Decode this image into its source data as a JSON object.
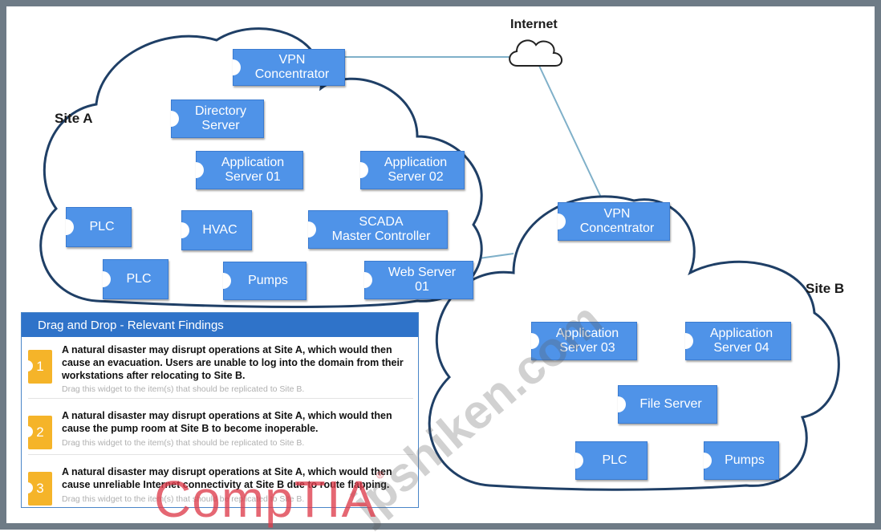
{
  "internet": {
    "label": "Internet",
    "icon": "cloud-icon"
  },
  "site_a": {
    "label": "Site A",
    "nodes": {
      "vpn": "VPN\nConcentrator",
      "directory": "Directory\nServer",
      "app01": "Application\nServer 01",
      "app02": "Application\nServer 02",
      "plc1": "PLC",
      "hvac": "HVAC",
      "scada": "SCADA\nMaster Controller",
      "plc2": "PLC",
      "pumps": "Pumps",
      "web01": "Web Server\n01"
    }
  },
  "site_b": {
    "label": "Site B",
    "nodes": {
      "vpn": "VPN\nConcentrator",
      "app03": "Application\nServer 03",
      "app04": "Application\nServer 04",
      "file": "File Server",
      "plc": "PLC",
      "pumps": "Pumps"
    }
  },
  "panel": {
    "title": "Drag and Drop - Relevant Findings",
    "findings": [
      {
        "number": "1",
        "text": "A natural disaster may disrupt operations at Site A, which would then cause an evacuation. Users are unable to log into the domain from their workstations after relocating to Site B.",
        "hint": "Drag this widget to the item(s) that should be replicated to Site B."
      },
      {
        "number": "2",
        "text": "A natural disaster may disrupt operations at Site A, which would then cause the pump room at Site B to become inoperable.",
        "hint": "Drag this widget to the item(s) that should be replicated to Site B."
      },
      {
        "number": "3",
        "text": "A natural disaster may disrupt operations at Site A, which would then cause unreliable Internet connectivity at Site B due to route flapping.",
        "hint": "Drag this widget to the item(s) that should be replicated to Site B."
      }
    ]
  },
  "watermark": "jpshiken.com",
  "brand": {
    "name": "CompTIA",
    "reg": "®"
  },
  "colors": {
    "node": "#4f93e8",
    "badge": "#f5b429",
    "header": "#2f73c9",
    "cloud_outline": "#1f3f66"
  }
}
